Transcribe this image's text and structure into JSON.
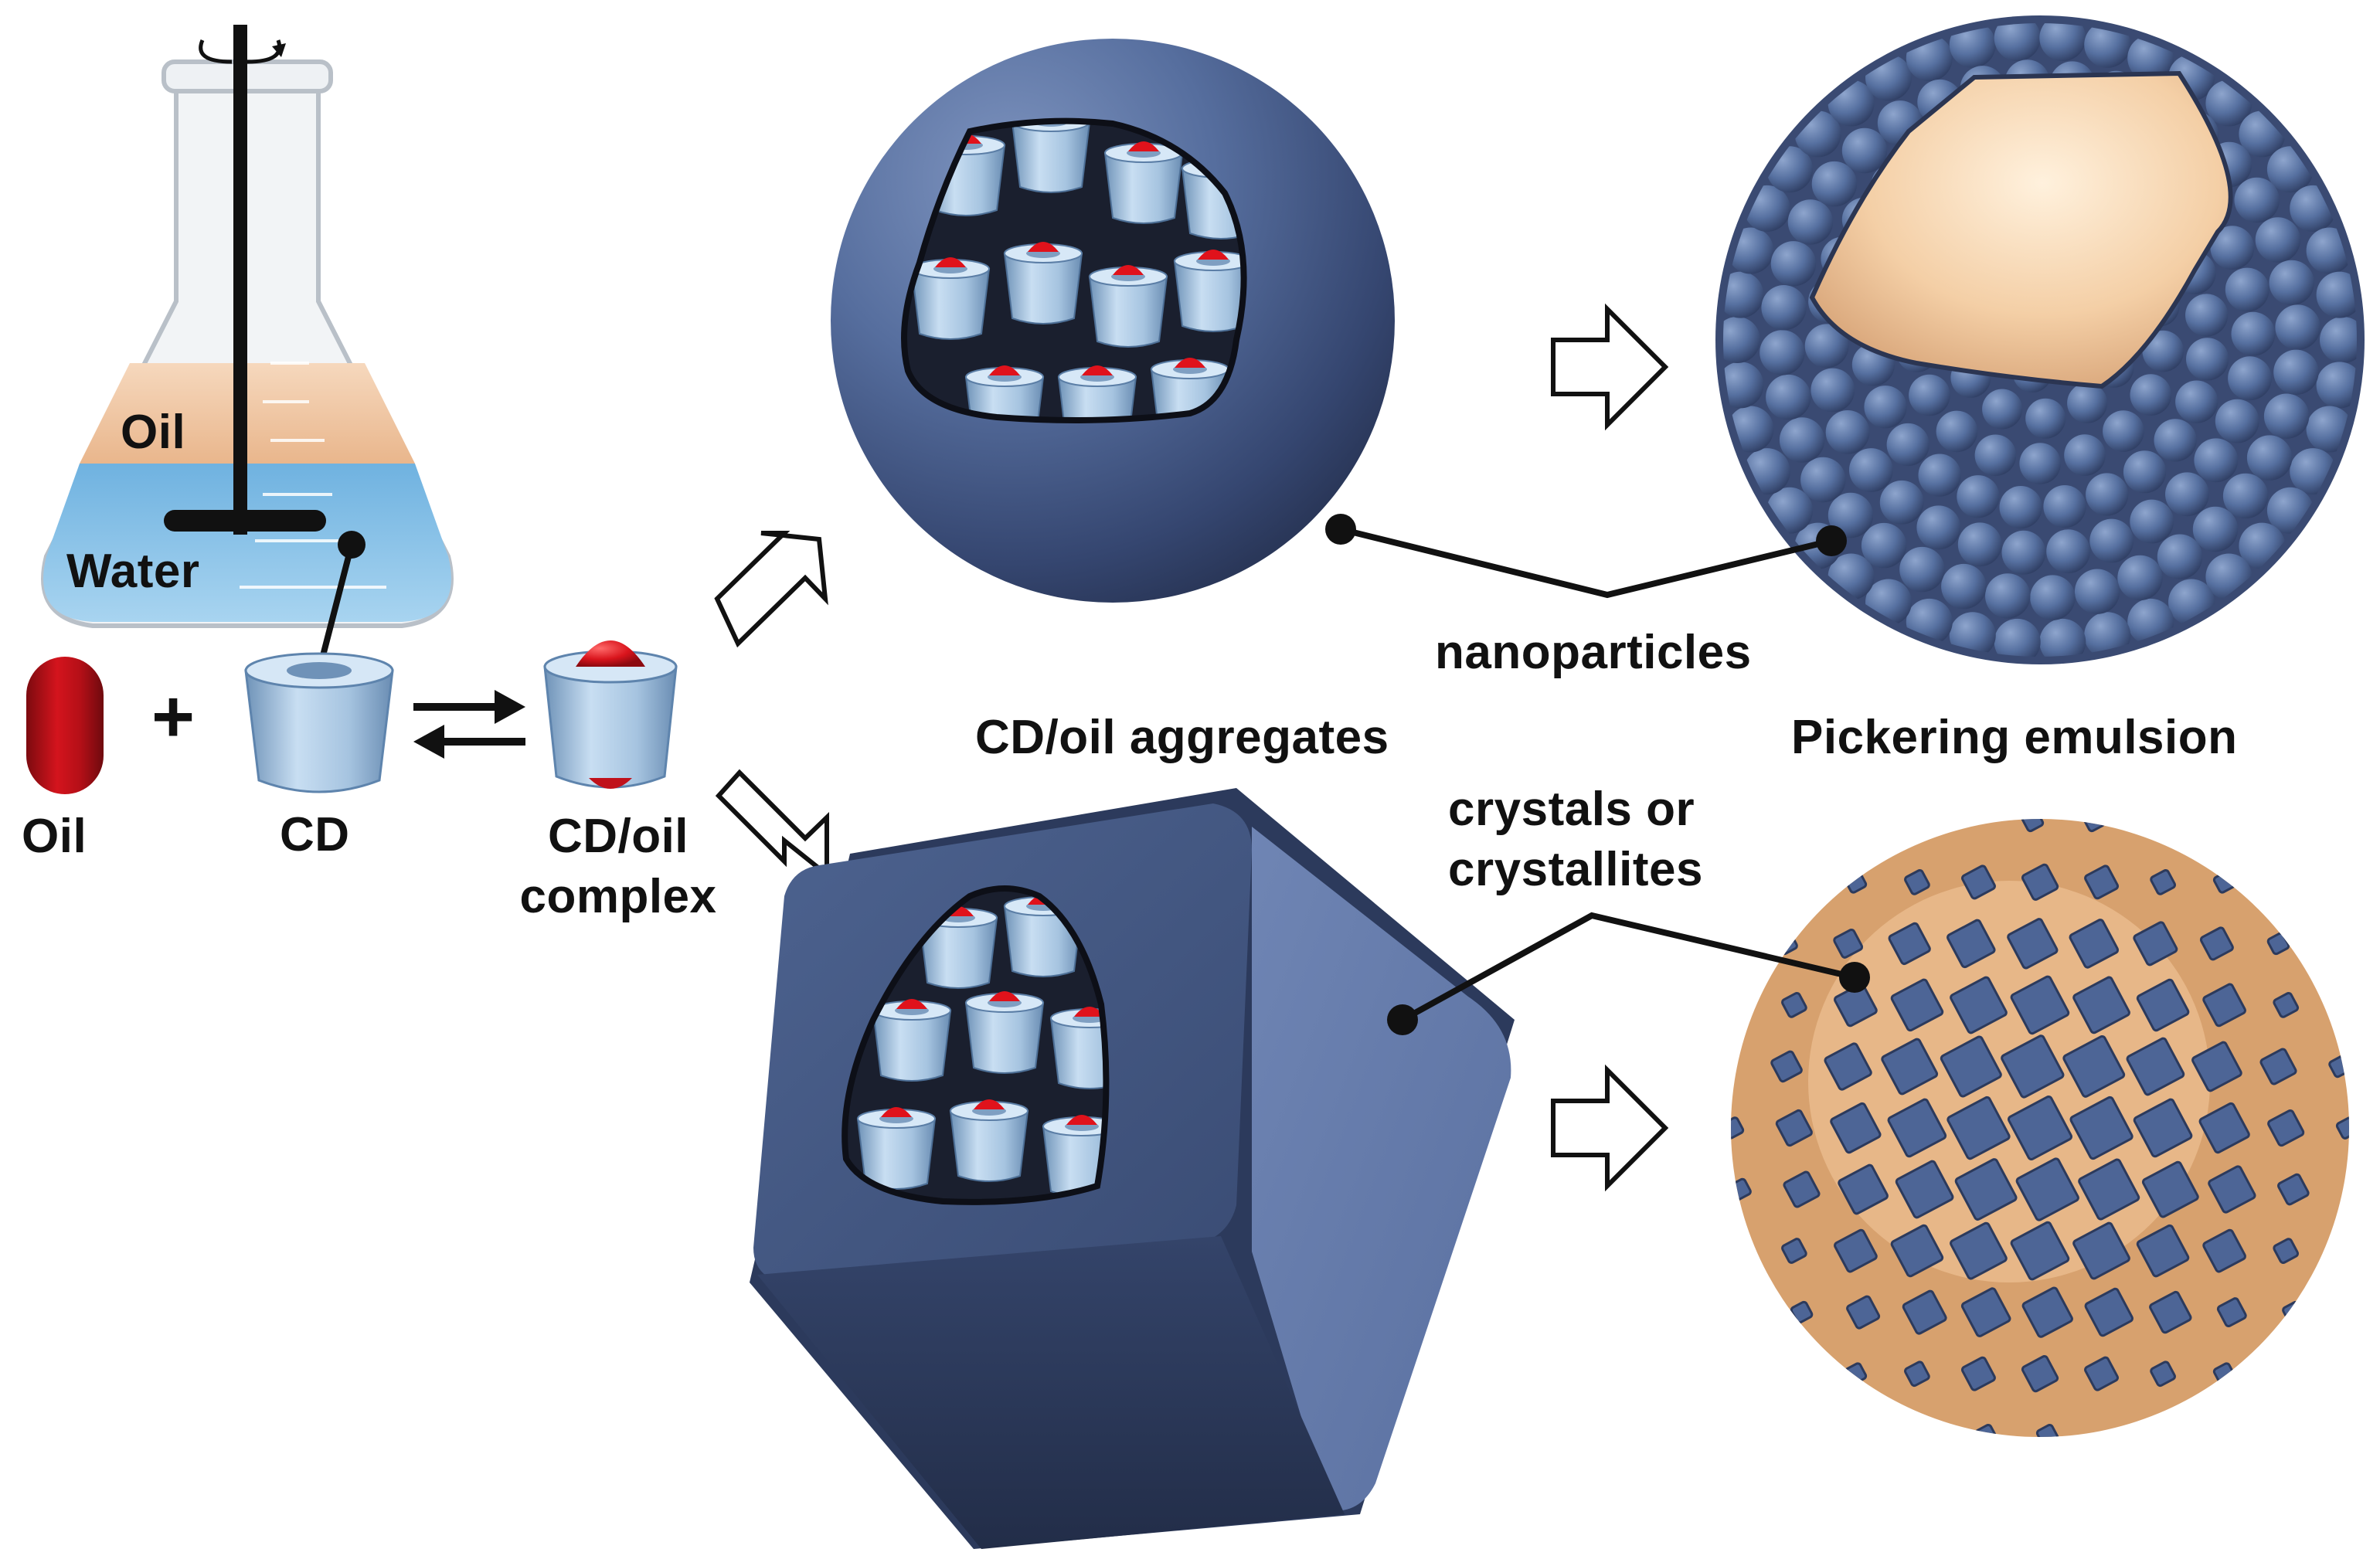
{
  "labels": {
    "flask_oil": "Oil",
    "flask_water": "Water",
    "oil": "Oil",
    "plus": "+",
    "cd": "CD",
    "complex_line1": "CD/oil",
    "complex_line2": "complex",
    "aggregates": "CD/oil aggregates",
    "nanoparticles": "nanoparticles",
    "pickering": "Pickering emulsion",
    "crystals_line1": "crystals or",
    "crystals_line2": "crystallites"
  },
  "colors": {
    "oil_red": "#c0111b",
    "cd_blue": "#a9cbe8",
    "particle_blue": "#4e6796",
    "oil_phase": "#f0c8a4",
    "water_phase": "#8fc3e6",
    "core_peach": "#f6d7b2",
    "text": "#111111"
  }
}
